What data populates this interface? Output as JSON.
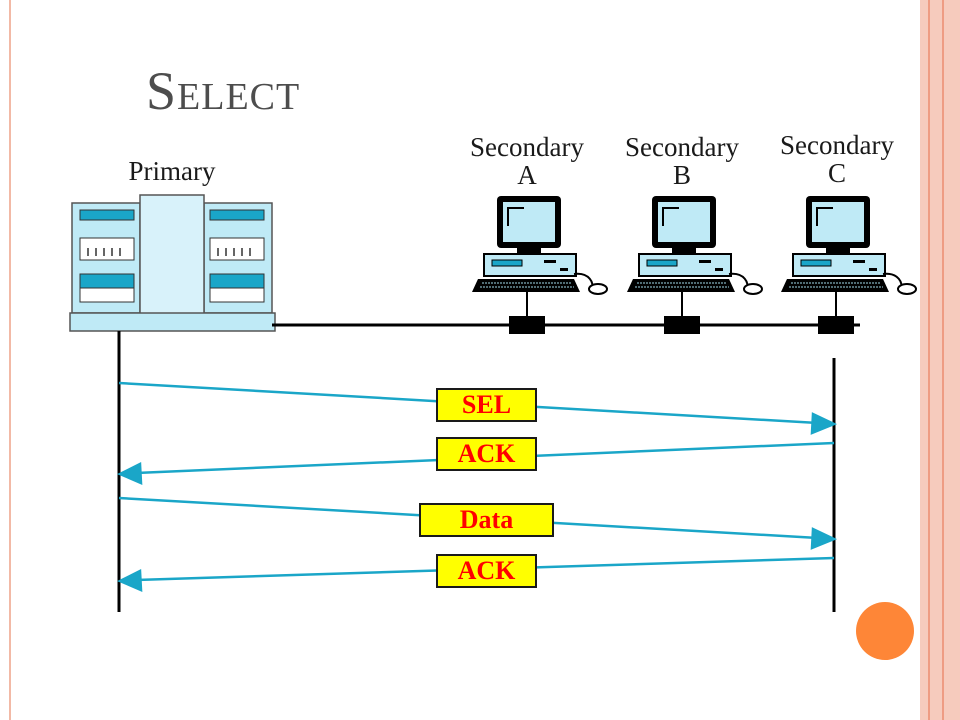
{
  "title": "Select",
  "nodes": {
    "primary": "Primary",
    "secondary_a": {
      "line1": "Secondary",
      "line2": "A"
    },
    "secondary_b": {
      "line1": "Secondary",
      "line2": "B"
    },
    "secondary_c": {
      "line1": "Secondary",
      "line2": "C"
    }
  },
  "messages": [
    {
      "label": "SEL",
      "direction": "primary-to-secondary-c"
    },
    {
      "label": "ACK",
      "direction": "secondary-c-to-primary"
    },
    {
      "label": "Data",
      "direction": "primary-to-secondary-c"
    },
    {
      "label": "ACK",
      "direction": "secondary-c-to-primary"
    }
  ],
  "colors": {
    "arrow": "#1aa6c8",
    "label_fill": "#ffff00",
    "label_text": "#ff0000",
    "accent_circle": "#fe8637",
    "border_band": "#f6cbbd"
  }
}
